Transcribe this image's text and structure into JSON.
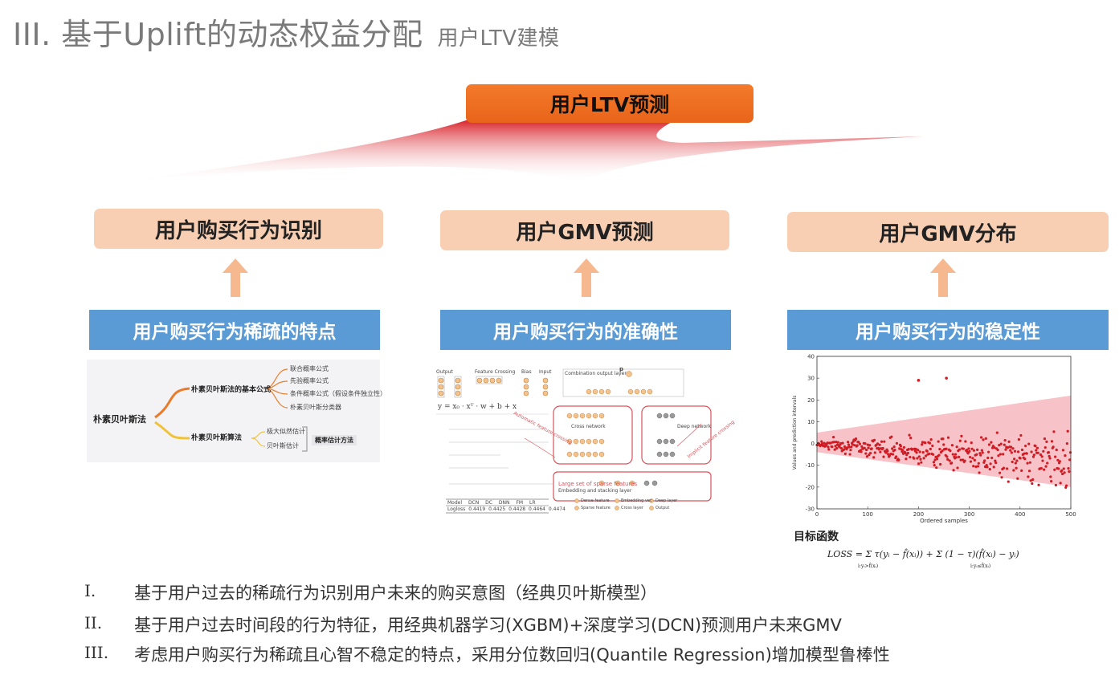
{
  "header": {
    "title": "III. 基于Uplift的动态权益分配",
    "subtitle": "用户LTV建模"
  },
  "top": {
    "label": "用户LTV预测"
  },
  "columns": [
    {
      "goal": "用户购买行为识别",
      "feature": "用户购买行为稀疏的特点"
    },
    {
      "goal": "用户GMV预测",
      "feature": "用户购买行为的准确性"
    },
    {
      "goal": "用户GMV分布",
      "feature": "用户购买行为的稳定性"
    }
  ],
  "mindmap": {
    "root": "朴素贝叶斯法",
    "branch1": "朴素贝叶斯法的基本公式",
    "branch1_leaves": [
      "联合概率公式",
      "先验概率公式",
      "条件概率公式（假设条件独立性）",
      "朴素贝叶斯分类器"
    ],
    "branch2": "朴素贝叶斯算法",
    "branch2_leaves": [
      "极大似然估计",
      "贝叶斯估计"
    ],
    "branch2_tag": "概率估计方法"
  },
  "dcn": {
    "output": "Output",
    "feature_crossing": "Feature Crossing",
    "bias": "Bias",
    "input": "Input",
    "equation": "y  =  x₀ ·  xᵀ  ·  w  +  b  +  x",
    "combo": "Combination output layer",
    "p": "p",
    "cross_net": "Cross network",
    "deep_net": "Deep network",
    "embed": "Embedding and stacking layer",
    "sparse": "Large set of sparse features",
    "anno_left": "Automatic feature crossing",
    "anno_right": "Implicit feature crossing",
    "table_header": [
      "Model",
      "DCN",
      "DC",
      "DNN",
      "FM",
      "LR"
    ],
    "table_row": [
      "Logloss",
      "0.4419",
      "0.4425",
      "0.4428",
      "0.4464",
      "0.4474"
    ],
    "legend": [
      "Dense feature",
      "Embedding vec",
      "Deep layer",
      "Sparse feature",
      "Cross layer",
      "Output"
    ]
  },
  "chart_data": {
    "type": "scatter",
    "xlabel": "Ordered samples",
    "ylabel": "Values and prediction intervals",
    "xlim": [
      0,
      500
    ],
    "ylim": [
      -30,
      40
    ],
    "xticks": [
      0,
      100,
      200,
      300,
      400,
      500
    ],
    "yticks": [
      -30,
      -20,
      -10,
      0,
      10,
      20,
      30,
      40
    ],
    "band_upper": [
      [
        0,
        5
      ],
      [
        500,
        22
      ]
    ],
    "band_lower": [
      [
        0,
        -4
      ],
      [
        500,
        -20
      ]
    ],
    "colors": {
      "points": "#d01c24",
      "band": "#f4a8b0"
    },
    "outliers": [
      [
        200,
        29
      ],
      [
        255,
        30
      ]
    ]
  },
  "objective": {
    "label": "目标函数",
    "loss": "LOSS = Σ τ(yᵢ − f̂(xᵢ)) + Σ (1 − τ)(f̂(xᵢ) − yᵢ)",
    "sub1": "i:yᵢ>f̂(xᵢ)",
    "sub2": "i:yᵢ≤f̂(xᵢ)"
  },
  "bullets": [
    {
      "num": "I.",
      "text": "基于用户过去的稀疏行为识别用户未来的购买意图（经典贝叶斯模型）"
    },
    {
      "num": "II.",
      "text": "基于用户过去时间段的行为特征，用经典机器学习(XGBM)+深度学习(DCN)预测用户未来GMV"
    },
    {
      "num": "III.",
      "text": "考虑用户购买行为稀疏且心智不稳定的特点，采用分位数回归(Quantile Regression)增加模型鲁棒性"
    }
  ],
  "colors": {
    "orange": "#e8641a",
    "peach": "#f8cfb3",
    "blue": "#5b9bd5",
    "fan_red": "#d9262e",
    "arrow": "#f6b98f"
  }
}
